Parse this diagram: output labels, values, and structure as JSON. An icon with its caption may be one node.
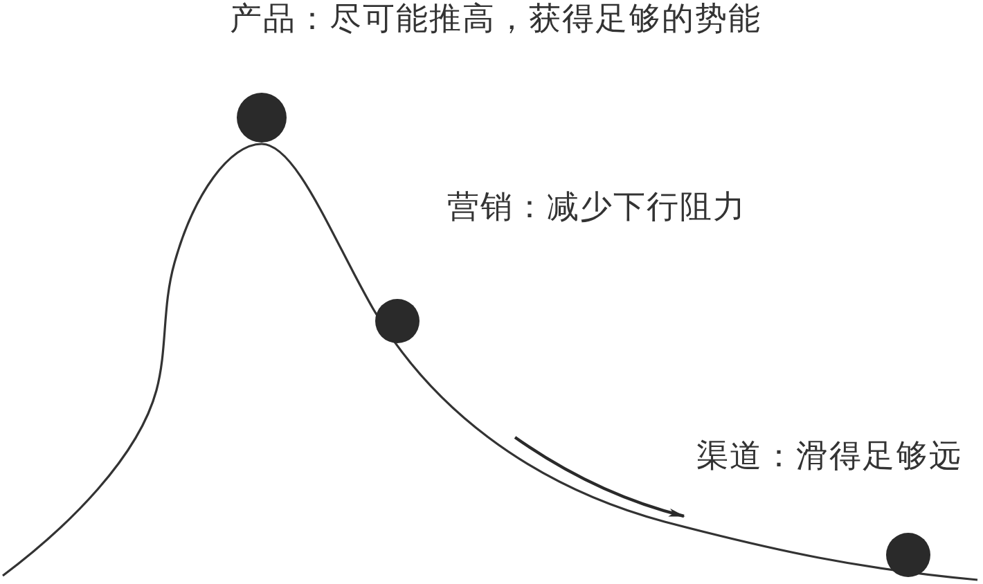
{
  "diagram": {
    "labels": [
      "产品：尽可能推高，获得足够的势能",
      "营销：减少下行阻力",
      "渠道：滑得足够远"
    ]
  }
}
